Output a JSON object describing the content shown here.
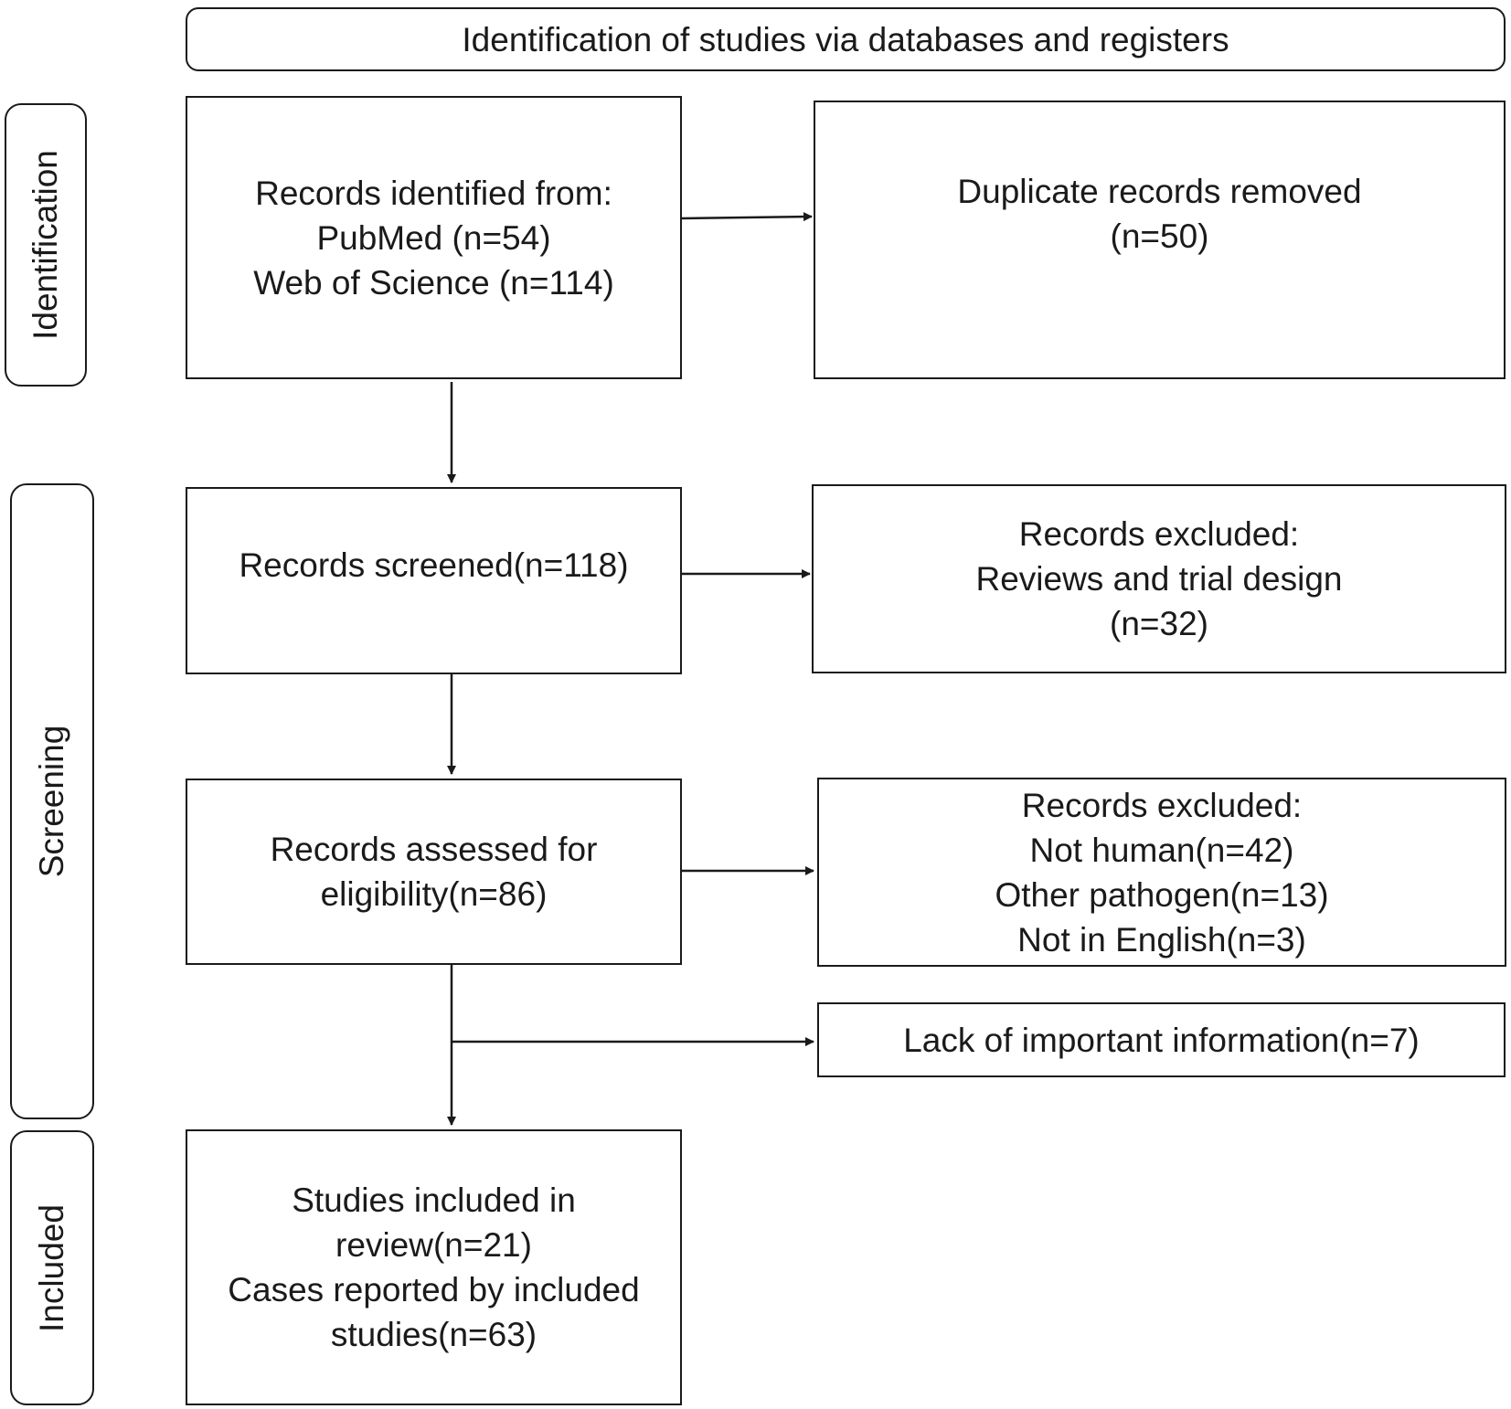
{
  "header": {
    "title": "Identification of studies via databases and registers"
  },
  "stages": {
    "identification": "Identification",
    "screening": "Screening",
    "included": "Included"
  },
  "boxes": {
    "records_identified": {
      "lines": [
        "Records identified from:",
        "PubMed (n=54)",
        "Web of Science (n=114)"
      ]
    },
    "duplicates_removed": {
      "lines": [
        "Duplicate records removed",
        "(n=50)"
      ]
    },
    "records_screened": {
      "lines": [
        "Records screened(n=118)"
      ]
    },
    "excluded_screening": {
      "lines": [
        "Records excluded:",
        "Reviews and trial design",
        "(n=32)"
      ]
    },
    "assessed_eligibility": {
      "lines": [
        "Records assessed for",
        "eligibility(n=86)"
      ]
    },
    "excluded_eligibility": {
      "lines": [
        "Records excluded:",
        "Not human(n=42)",
        "Other pathogen(n=13)",
        "Not in English(n=3)"
      ]
    },
    "lack_information": {
      "lines": [
        "Lack of important information(n=7)"
      ]
    },
    "studies_included": {
      "lines": [
        "Studies included in",
        "review(n=21)",
        "Cases reported by included",
        "studies(n=63)"
      ]
    }
  }
}
